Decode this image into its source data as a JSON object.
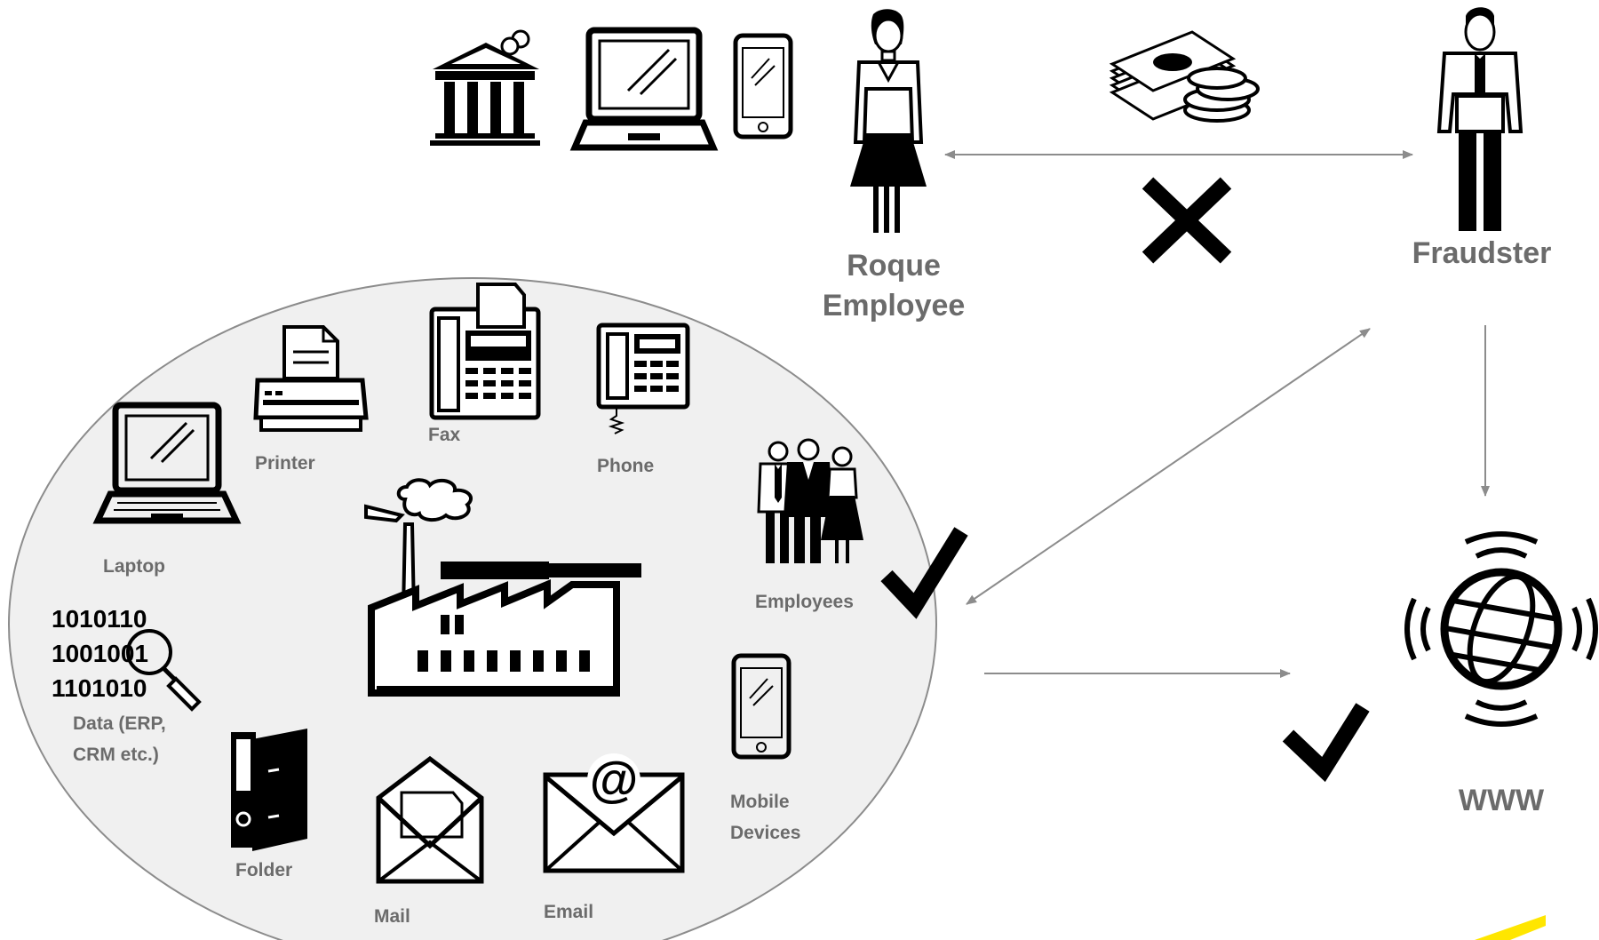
{
  "nodes": {
    "roque_employee": {
      "line1": "Roque",
      "line2": "Employee"
    },
    "fraudster": "Fraudster",
    "www": "WWW"
  },
  "company_items": {
    "printer": "Printer",
    "fax": "Fax",
    "phone": "Phone",
    "laptop": "Laptop",
    "employees": "Employees",
    "data": {
      "line1": "Data (ERP,",
      "line2": "CRM etc.)"
    },
    "binary": [
      "1010110",
      "1001001",
      "1101010"
    ],
    "mobile": {
      "line1": "Mobile",
      "line2": "Devices"
    },
    "folder": "Folder",
    "mail": "Mail",
    "email": "Email"
  },
  "colors": {
    "label": "#6b6b6b",
    "arrow": "#8c8c8c",
    "ellipse_fill": "#f0f0f0",
    "accent": "#ffe600"
  }
}
